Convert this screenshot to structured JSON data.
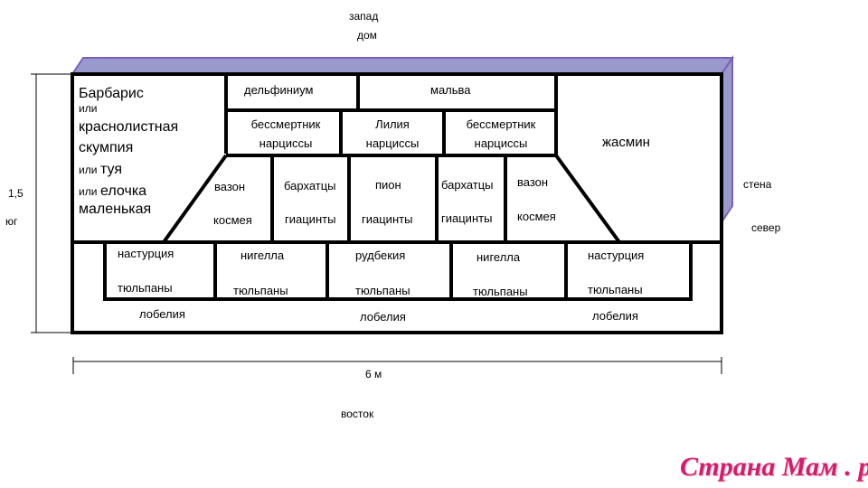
{
  "compass": {
    "west": "запад",
    "house": "дом",
    "east": "восток",
    "south": "юг",
    "wall": "стена",
    "north": "север"
  },
  "dimensions": {
    "height": "1,5",
    "width": "6 м"
  },
  "left_bed": {
    "l1": "Барбарис",
    "l2": "или",
    "l3": "краснолистная",
    "l4": "скумпия",
    "l5a": "или",
    "l5b": "туя",
    "l6a": "или",
    "l6b": "елочка",
    "l7": "маленькая"
  },
  "top_row": {
    "a": "дельфиниум",
    "b": "мальва"
  },
  "second_row": {
    "a1": "бессмертник",
    "a2": "нарциссы",
    "b1": "Лилия",
    "b2": "нарциссы",
    "c1": "бессмертник",
    "c2": "нарциссы"
  },
  "right_bed": "жасмин",
  "middle_row": {
    "c1_top": "вазон",
    "c1_bot": "космея",
    "c2_top": "бархатцы",
    "c2_bot": "гиацинты",
    "c3_top": "пион",
    "c3_bot": "гиацинты",
    "c4_top": "бархатцы",
    "c4_bot": "гиацинты",
    "c5_top": "вазон",
    "c5_bot": "космея"
  },
  "bottom_row": {
    "b1_top": "настурция",
    "b1_bot": "тюльпаны",
    "b2_top": "нигелла",
    "b2_bot": "тюльпаны",
    "b3_top": "рудбекия",
    "b3_bot": "тюльпаны",
    "b4_top": "нигелла",
    "b4_bot": "тюльпаны",
    "b5_top": "настурция",
    "b5_bot": "тюльпаны"
  },
  "border": {
    "a": "лобелия",
    "b": "лобелия",
    "c": "лобелия"
  },
  "watermark": "Страна Мам . ру",
  "colors": {
    "wall_fill": "#9999cc",
    "wall_edge": "#7a5fb8",
    "line": "#000000",
    "watermark": "#d41d6a"
  }
}
